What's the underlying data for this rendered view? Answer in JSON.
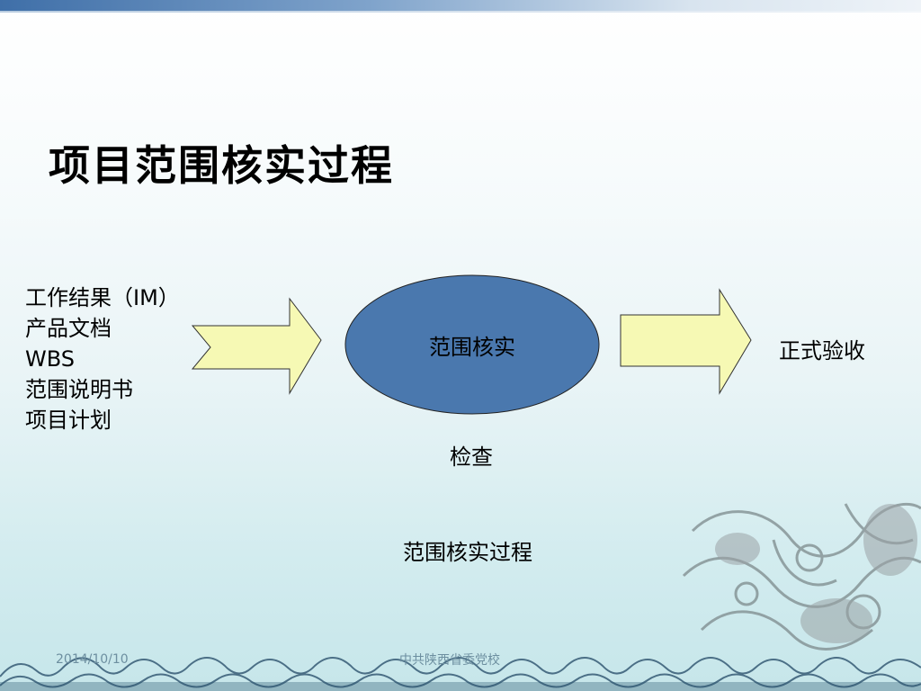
{
  "slide": {
    "title": "项目范围核实过程",
    "inputs": [
      "工作结果（IM）",
      "产品文档",
      "WBS",
      "范围说明书",
      "项目计划"
    ],
    "process": "范围核实",
    "output": "正式验收",
    "tool": "检查",
    "caption": "范围核实过程"
  },
  "footer": {
    "date": "2014/10/10",
    "org": "中共陕西省委党校"
  },
  "colors": {
    "arrow_fill": "#f6f9b4",
    "ellipse_fill": "#4a78ae",
    "title_bar": "#3f6fa8"
  }
}
